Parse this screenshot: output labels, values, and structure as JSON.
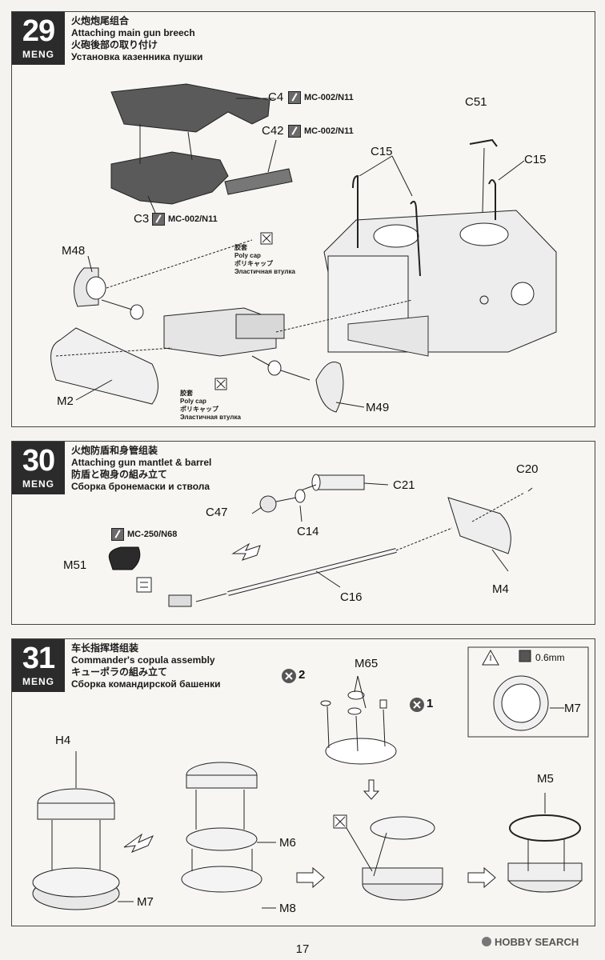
{
  "brand": "MENG",
  "steps": [
    {
      "number": "29",
      "title_zh": "火炮炮尾组合",
      "title_en": "Attaching main gun breech",
      "title_ja": "火砲後部の取り付け",
      "title_ru": "Установка казенника пушки",
      "parts": {
        "c4": "C4",
        "c42": "C42",
        "c3": "C3",
        "c51": "C51",
        "c15a": "C15",
        "c15b": "C15",
        "m48": "M48",
        "m2": "M2",
        "m49": "M49"
      },
      "paint": {
        "c4": "MC-002/N11",
        "c42": "MC-002/N11",
        "c3": "MC-002/N11"
      },
      "polycap": {
        "zh": "胶套",
        "en": "Poly cap",
        "ja": "ポリキャップ",
        "ru": "Эластичная втулка"
      }
    },
    {
      "number": "30",
      "title_zh": "火炮防盾和身管组装",
      "title_en": "Attaching gun mantlet & barrel",
      "title_ja": "防盾と砲身の組み立て",
      "title_ru": "Сборка бронемаски и ствола",
      "parts": {
        "c20": "C20",
        "c21": "C21",
        "c47": "C47",
        "c14": "C14",
        "m51": "M51",
        "m4": "M4",
        "c16": "C16"
      },
      "paint": {
        "m51": "MC-250/N68"
      }
    },
    {
      "number": "31",
      "title_zh": "车长指挥塔组装",
      "title_en": "Commander's copula assembly",
      "title_ja": "キューポラの組み立て",
      "title_ru": "Сборка командирской башенки",
      "parts": {
        "h4": "H4",
        "m65": "M65",
        "m6": "M6",
        "m7": "M7",
        "m8": "M8",
        "m5": "M5",
        "m7b": "M7"
      },
      "counts": {
        "x2": "2",
        "x1": "1"
      },
      "drill": "0.6mm"
    }
  ],
  "page_number": "17",
  "watermark": "HOBBY SEARCH"
}
